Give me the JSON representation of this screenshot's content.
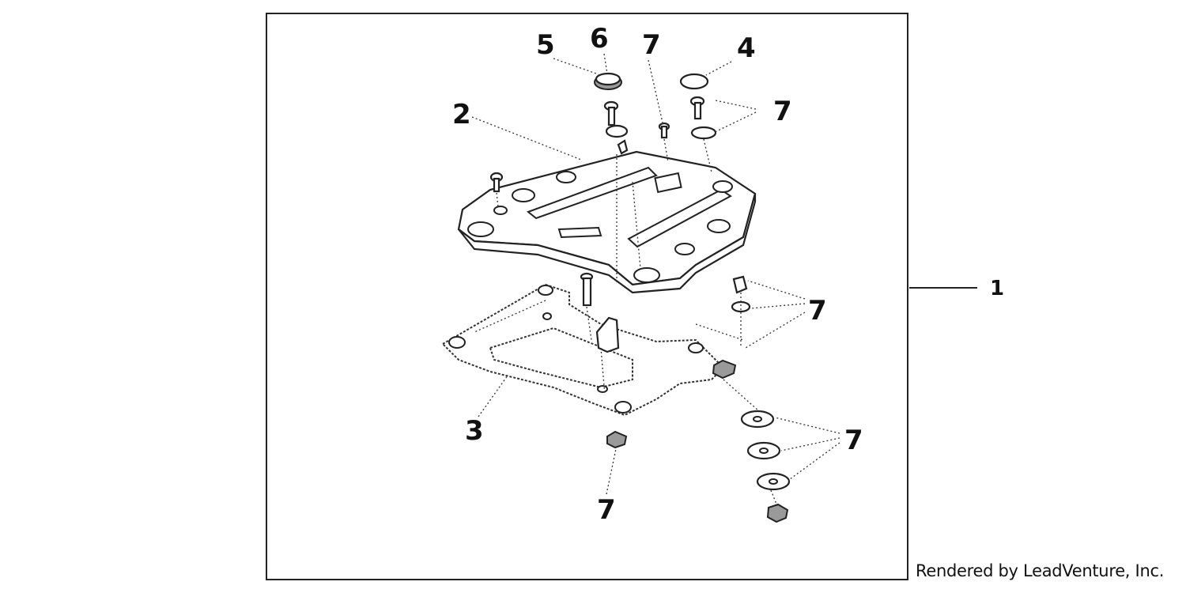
{
  "diagram": {
    "callouts": {
      "assembly": "1",
      "rack_plate": "2",
      "base_plate": "3",
      "cap_right": "4",
      "cap_left": "5",
      "washer_top": "6",
      "hardware_top_center": "7",
      "hardware_top_right": "7",
      "hardware_mid_right": "7",
      "hardware_low_right": "7",
      "hardware_bottom": "7"
    }
  },
  "footer": {
    "credit": "Rendered by LeadVenture, Inc."
  }
}
